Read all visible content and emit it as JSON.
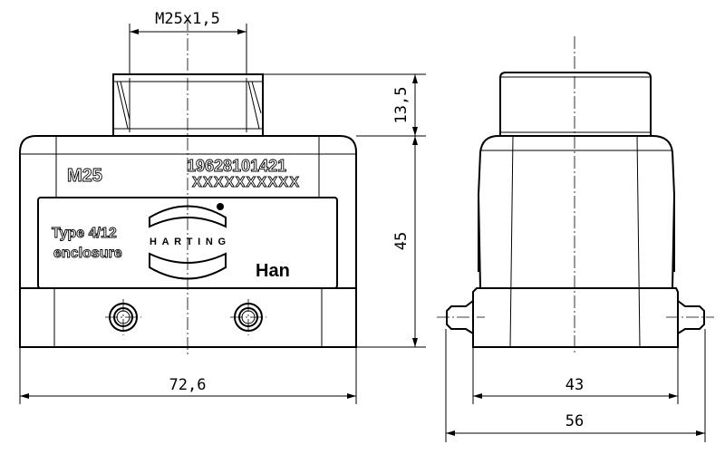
{
  "dimensions": {
    "thread": "M25x1,5",
    "gland_height": "13,5",
    "body_height": "45",
    "front_width": "72,6",
    "side_width": "43",
    "side_width_with_pins": "56"
  },
  "markings": {
    "thread_size": "M25",
    "part_number": "19628101421",
    "batch_placeholder": "XXXXXXXXXX",
    "type_line1": "Type 4/12",
    "type_line2": "enclosure",
    "brand": "HARTING",
    "series": "Han"
  }
}
